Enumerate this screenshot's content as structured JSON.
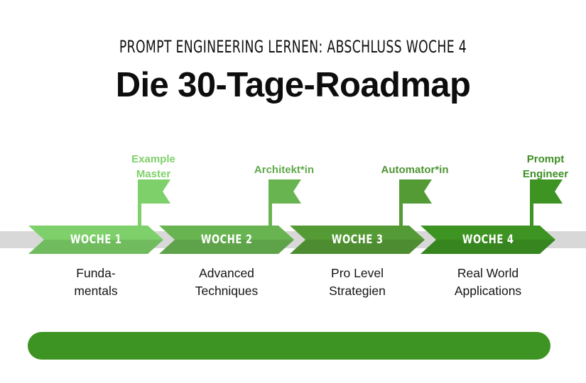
{
  "header": {
    "kicker": "Prompt Engineering lernen: Abschluss Woche 4",
    "title": "Die 30-Tage-Roadmap"
  },
  "colors": {
    "background": "#ffffff",
    "track_gray": "#d8d8d8",
    "text_dark": "#0d0d0d",
    "week1": "#7ed06a",
    "week2": "#68b451",
    "week3": "#559b35",
    "week4": "#3d9422",
    "footer_bar": "#3d9422"
  },
  "timeline": {
    "weeks": [
      {
        "id": "week-1",
        "badge": "Woche 1",
        "milestone": "Example\nMaster",
        "milestone_line1": "Example",
        "milestone_line2": "Master",
        "caption_line1": "Funda-",
        "caption_line2": "mentals",
        "color": "#7ed06a",
        "flag_color": "#7ed06a",
        "label_color": "#7ed06a"
      },
      {
        "id": "week-2",
        "badge": "Woche 2",
        "milestone": "Architekt*in",
        "milestone_line1": "Architekt*in",
        "milestone_line2": "",
        "caption_line1": "Advanced",
        "caption_line2": "Techniques",
        "color": "#68b451",
        "flag_color": "#68b451",
        "label_color": "#5fa94a"
      },
      {
        "id": "week-3",
        "badge": "Woche 3",
        "milestone": "Automator*in",
        "milestone_line1": "Automator*in",
        "milestone_line2": "",
        "caption_line1": "Pro Level",
        "caption_line2": "Strategien",
        "color": "#559b35",
        "flag_color": "#559b35",
        "label_color": "#4e9433"
      },
      {
        "id": "week-4",
        "badge": "Woche 4",
        "milestone": "Prompt\nEngineer",
        "milestone_line1": "Prompt",
        "milestone_line2": "Engineer",
        "caption_line1": "Real World",
        "caption_line2": "Applications",
        "color": "#3d9422",
        "flag_color": "#3d9422",
        "label_color": "#3d8f22"
      }
    ]
  },
  "footer": {
    "bar_color": "#3d9422",
    "text": ""
  }
}
